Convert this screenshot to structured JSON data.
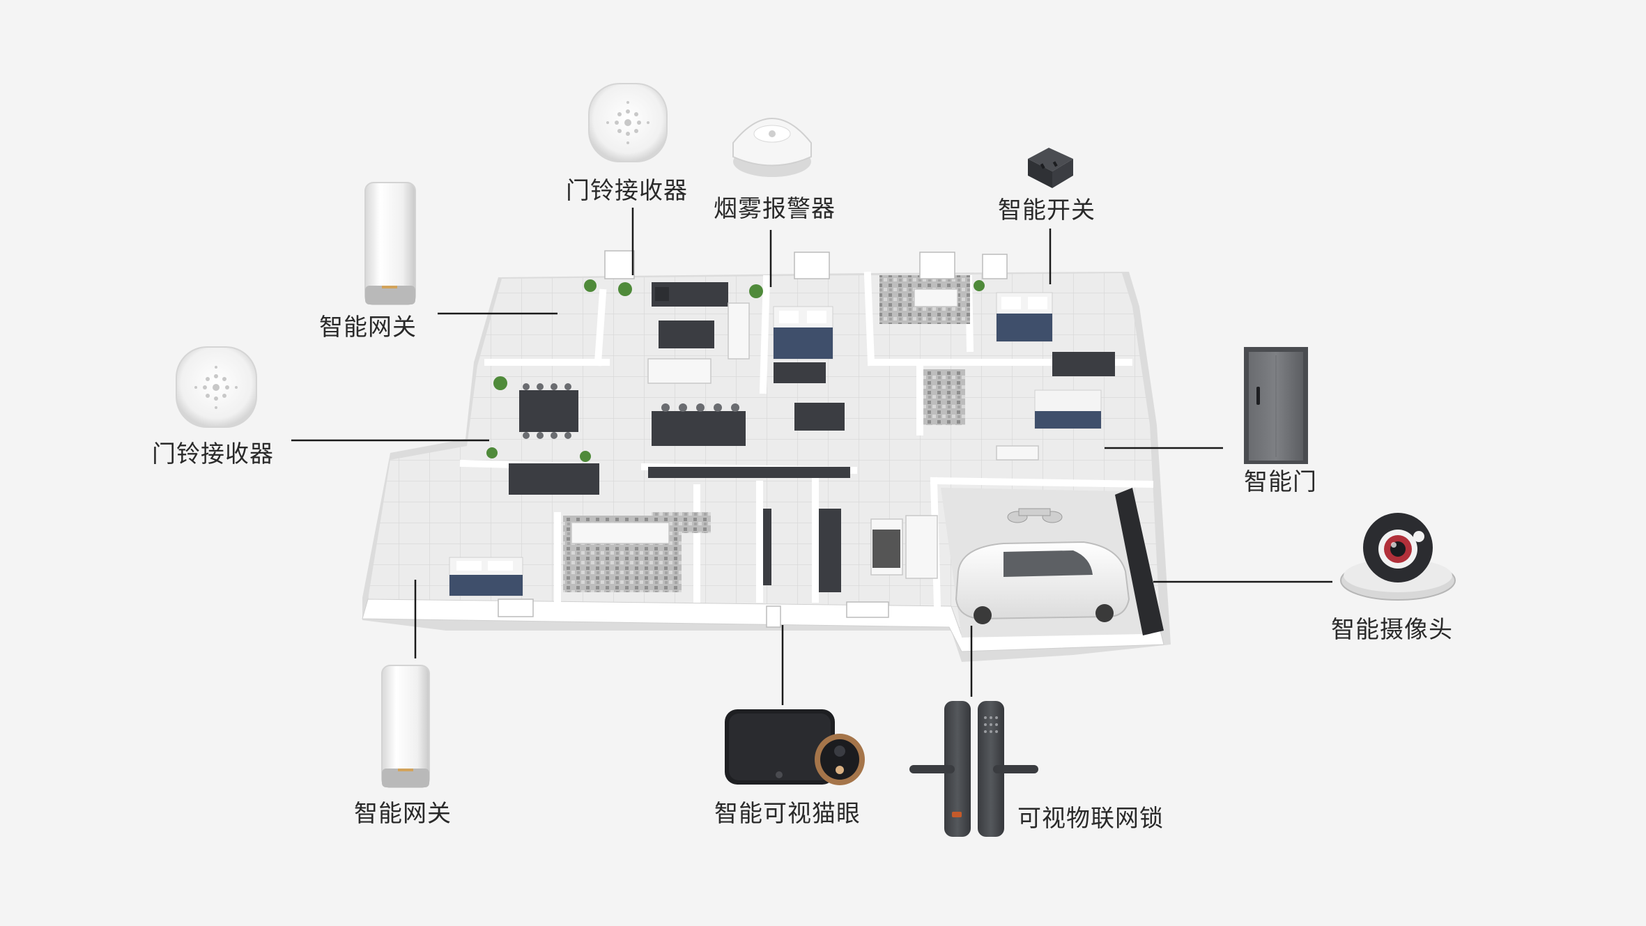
{
  "labels": {
    "receiver_top": "门铃接收器",
    "smoke_alarm": "烟雾报警器",
    "smart_switch": "智能开关",
    "gateway_top": "智能网关",
    "receiver_left": "门铃接收器",
    "smart_door": "智能门",
    "smart_camera": "智能摄像头",
    "gateway_bottom": "智能网关",
    "peephole": "智能可视猫眼",
    "door_lock": "可视物联网锁"
  },
  "colors": {
    "background": "#f4f4f4",
    "floor": "#e9e9e9",
    "wall": "#ffffff",
    "furniture_dark": "#3b3d42",
    "bed_blue": "#3f4f6b",
    "leader_line": "#1a1a1a",
    "plant": "#4f8a3a"
  }
}
